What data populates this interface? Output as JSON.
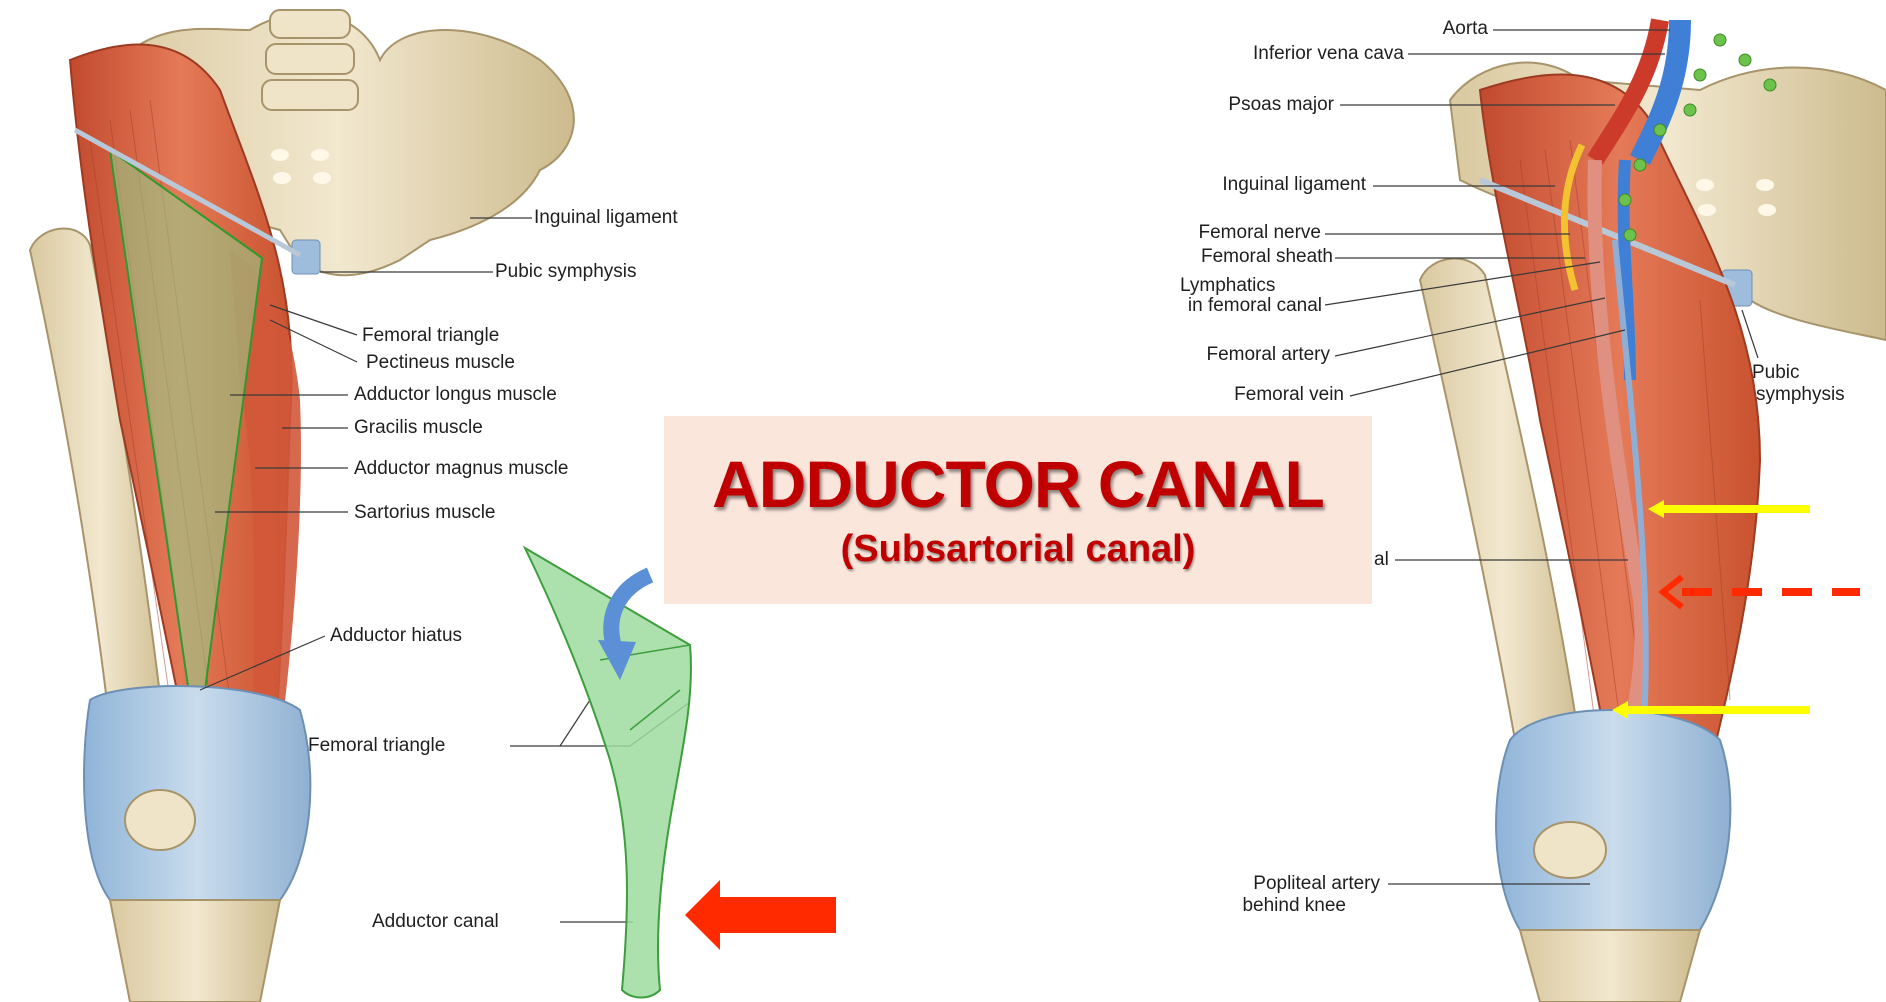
{
  "title": {
    "main": "ADDUCTOR CANAL",
    "sub": "(Subsartorial canal)"
  },
  "left_panel": {
    "labels": {
      "inguinal_ligament": "Inguinal ligament",
      "pubic_symphysis": "Pubic symphysis",
      "femoral_triangle": "Femoral triangle",
      "pectineus_muscle": "Pectineus muscle",
      "adductor_longus": "Adductor longus muscle",
      "gracilis": "Gracilis muscle",
      "adductor_magnus": "Adductor magnus muscle",
      "sartorius": "Sartorius muscle",
      "adductor_hiatus": "Adductor hiatus",
      "femoral_triangle_2": "Femoral triangle",
      "adductor_canal": "Adductor canal"
    }
  },
  "right_panel": {
    "labels": {
      "aorta": "Aorta",
      "ivc": "Inferior vena cava",
      "psoas_major": "Psoas major",
      "inguinal_ligament": "Inguinal ligament",
      "femoral_nerve": "Femoral nerve",
      "femoral_sheath": "Femoral sheath",
      "lymphatics_1": "Lymphatics",
      "lymphatics_2": "in femoral canal",
      "femoral_artery": "Femoral artery",
      "femoral_vein": "Femoral vein",
      "pubic_symphysis_1": "Pubic",
      "pubic_symphysis_2": "symphysis",
      "partial_canal": "al",
      "popliteal_1": "Popliteal artery",
      "popliteal_2": "behind knee"
    }
  },
  "colors": {
    "title_text": "#c00000",
    "title_background": "#fbe6dc",
    "muscle": "#d9603f",
    "bone": "#e8dcbc",
    "canal_green": "#7fcf7f",
    "arrow_red": "#ff2a00",
    "arrow_yellow": "#ffff00",
    "arrow_blue": "#5b8fd6",
    "vessel_red": "#cc3b2a",
    "vessel_blue": "#3f7fd6",
    "lymph_green": "#6cc24a"
  }
}
